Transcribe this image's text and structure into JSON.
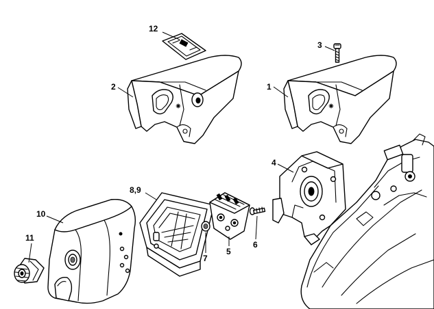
{
  "callouts": [
    {
      "id": "c12",
      "text": "12"
    },
    {
      "id": "c3",
      "text": "3"
    },
    {
      "id": "c2",
      "text": "2"
    },
    {
      "id": "c1",
      "text": "1"
    },
    {
      "id": "c4",
      "text": "4"
    },
    {
      "id": "c89",
      "text": "8,9"
    },
    {
      "id": "c10",
      "text": "10"
    },
    {
      "id": "c11",
      "text": "11"
    },
    {
      "id": "c7",
      "text": "7"
    },
    {
      "id": "c5",
      "text": "5"
    },
    {
      "id": "c6",
      "text": "6"
    }
  ],
  "parts": [
    {
      "number": "1",
      "shape": "shroud-with-filler-opening"
    },
    {
      "number": "2",
      "shape": "shroud-with-filler-opening"
    },
    {
      "number": "3",
      "shape": "screw"
    },
    {
      "number": "4",
      "shape": "carburetor-box-bracket"
    },
    {
      "number": "5",
      "shape": "filter-base"
    },
    {
      "number": "6",
      "shape": "screw"
    },
    {
      "number": "7",
      "shape": "nut"
    },
    {
      "number": "8,9",
      "shape": "air-filter"
    },
    {
      "number": "10",
      "shape": "carburetor-cover"
    },
    {
      "number": "11",
      "shape": "twist-lock-knob"
    },
    {
      "number": "12",
      "shape": "label"
    }
  ]
}
